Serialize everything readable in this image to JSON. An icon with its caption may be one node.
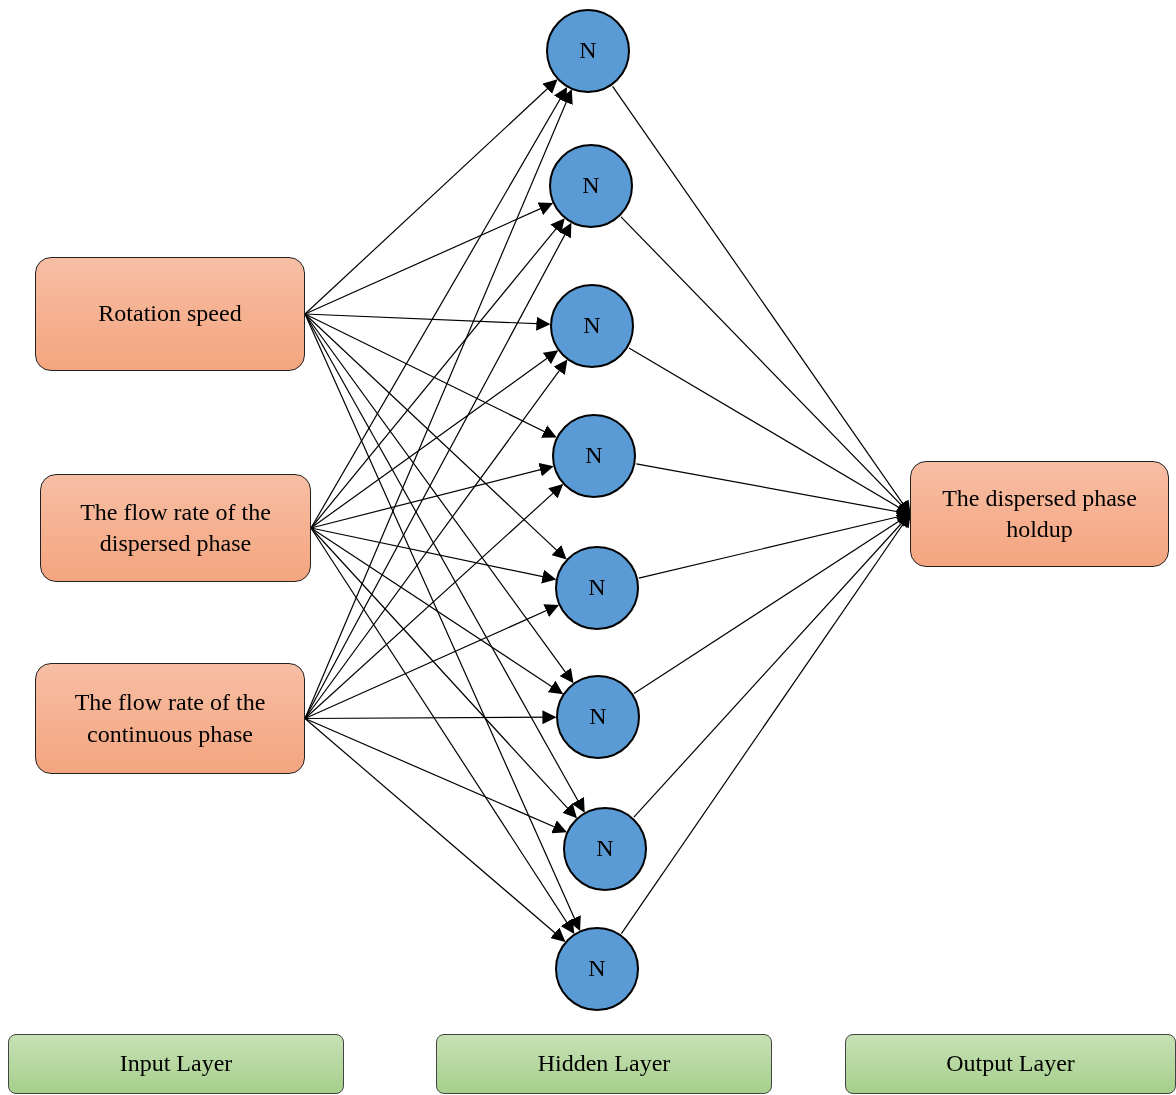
{
  "diagram": {
    "nodes": [
      {
        "text": [
          "Rotation speed"
        ]
      },
      {
        "text": [
          "The flow rate of the dispersed phase"
        ]
      },
      {
        "text": [
          "The flow rate of the continuous phase"
        ]
      },
      {
        "text": [
          "N"
        ]
      },
      {
        "text": [
          "N"
        ]
      },
      {
        "text": [
          "N"
        ]
      },
      {
        "text": [
          "N"
        ]
      },
      {
        "text": [
          "N"
        ]
      },
      {
        "text": [
          "N"
        ]
      },
      {
        "text": [
          "N"
        ]
      },
      {
        "text": [
          "N"
        ]
      },
      {
        "text": [
          "The dispersed phase holdup"
        ]
      },
      {
        "text": [
          "Input Layer"
        ]
      },
      {
        "text": [
          "Hidden Layer"
        ]
      },
      {
        "text": [
          "Output Layer"
        ]
      }
    ],
    "edges": [
      {
        "from": 0,
        "to": 3,
        "arrow": "to"
      },
      {
        "from": 0,
        "to": 4,
        "arrow": "to"
      },
      {
        "from": 0,
        "to": 5,
        "arrow": "to"
      },
      {
        "from": 0,
        "to": 6,
        "arrow": "to"
      },
      {
        "from": 0,
        "to": 7,
        "arrow": "to"
      },
      {
        "from": 0,
        "to": 8,
        "arrow": "to"
      },
      {
        "from": 0,
        "to": 9,
        "arrow": "to"
      },
      {
        "from": 0,
        "to": 10,
        "arrow": "to"
      },
      {
        "from": 1,
        "to": 3,
        "arrow": "to"
      },
      {
        "from": 1,
        "to": 4,
        "arrow": "to"
      },
      {
        "from": 1,
        "to": 5,
        "arrow": "to"
      },
      {
        "from": 1,
        "to": 6,
        "arrow": "to"
      },
      {
        "from": 1,
        "to": 7,
        "arrow": "to"
      },
      {
        "from": 1,
        "to": 8,
        "arrow": "to"
      },
      {
        "from": 1,
        "to": 9,
        "arrow": "to"
      },
      {
        "from": 1,
        "to": 10,
        "arrow": "to"
      },
      {
        "from": 2,
        "to": 3,
        "arrow": "to"
      },
      {
        "from": 2,
        "to": 4,
        "arrow": "to"
      },
      {
        "from": 2,
        "to": 5,
        "arrow": "to"
      },
      {
        "from": 2,
        "to": 6,
        "arrow": "to"
      },
      {
        "from": 2,
        "to": 7,
        "arrow": "to"
      },
      {
        "from": 2,
        "to": 8,
        "arrow": "to"
      },
      {
        "from": 2,
        "to": 9,
        "arrow": "to"
      },
      {
        "from": 2,
        "to": 10,
        "arrow": "to"
      },
      {
        "from": 3,
        "to": 11,
        "arrow": "to"
      },
      {
        "from": 4,
        "to": 11,
        "arrow": "to"
      },
      {
        "from": 5,
        "to": 11,
        "arrow": "to"
      },
      {
        "from": 6,
        "to": 11,
        "arrow": "to"
      },
      {
        "from": 7,
        "to": 11,
        "arrow": "to"
      },
      {
        "from": 8,
        "to": 11,
        "arrow": "to"
      },
      {
        "from": 9,
        "to": 11,
        "arrow": "to"
      },
      {
        "from": 10,
        "to": 11,
        "arrow": "to"
      }
    ]
  }
}
